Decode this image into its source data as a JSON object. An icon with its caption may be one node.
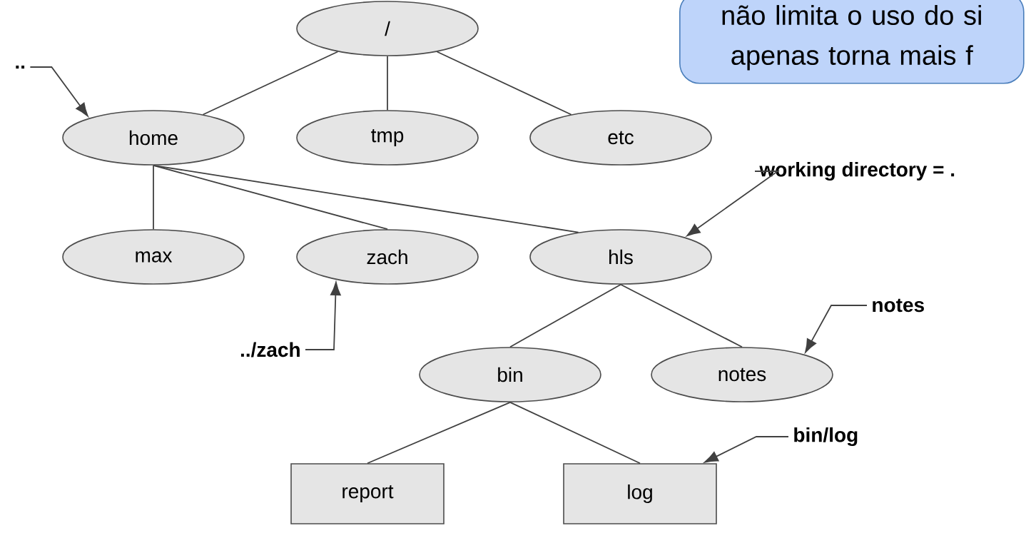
{
  "diagram": {
    "nodes": [
      {
        "text": [
          "/"
        ]
      },
      {
        "text": [
          "home"
        ]
      },
      {
        "text": [
          "tmp"
        ]
      },
      {
        "text": [
          "etc"
        ]
      },
      {
        "text": [
          "max"
        ]
      },
      {
        "text": [
          "zach"
        ]
      },
      {
        "text": [
          "hls"
        ]
      },
      {
        "text": [
          "bin"
        ]
      },
      {
        "text": [
          "notes"
        ]
      },
      {
        "text": [
          "report"
        ]
      },
      {
        "text": [
          "log"
        ]
      },
      {
        "text": [
          ".."
        ]
      },
      {
        "text": [
          "../zach"
        ]
      },
      {
        "text": [
          "working directory = ."
        ]
      },
      {
        "text": [
          "notes"
        ]
      },
      {
        "text": [
          "bin/log"
        ]
      },
      {
        "text": [
          "não limita o uso do si apenas torna mais f"
        ]
      }
    ],
    "edges": [
      {
        "from": 0,
        "to": 1,
        "arrow": "none"
      },
      {
        "from": 0,
        "to": 2,
        "arrow": "none"
      },
      {
        "from": 0,
        "to": 3,
        "arrow": "none"
      },
      {
        "from": 1,
        "to": 4,
        "arrow": "none"
      },
      {
        "from": 1,
        "to": 5,
        "arrow": "none"
      },
      {
        "from": 1,
        "to": 6,
        "arrow": "none"
      },
      {
        "from": 6,
        "to": 7,
        "arrow": "none"
      },
      {
        "from": 6,
        "to": 8,
        "arrow": "none"
      },
      {
        "from": 7,
        "to": 9,
        "arrow": "none"
      },
      {
        "from": 7,
        "to": 10,
        "arrow": "none"
      },
      {
        "from": 11,
        "to": 1,
        "arrow": "to"
      },
      {
        "from": 12,
        "to": 5,
        "arrow": "to"
      },
      {
        "from": 13,
        "to": 6,
        "arrow": "to"
      },
      {
        "from": 14,
        "to": 8,
        "arrow": "to"
      },
      {
        "from": 15,
        "to": 10,
        "arrow": "to"
      }
    ]
  }
}
